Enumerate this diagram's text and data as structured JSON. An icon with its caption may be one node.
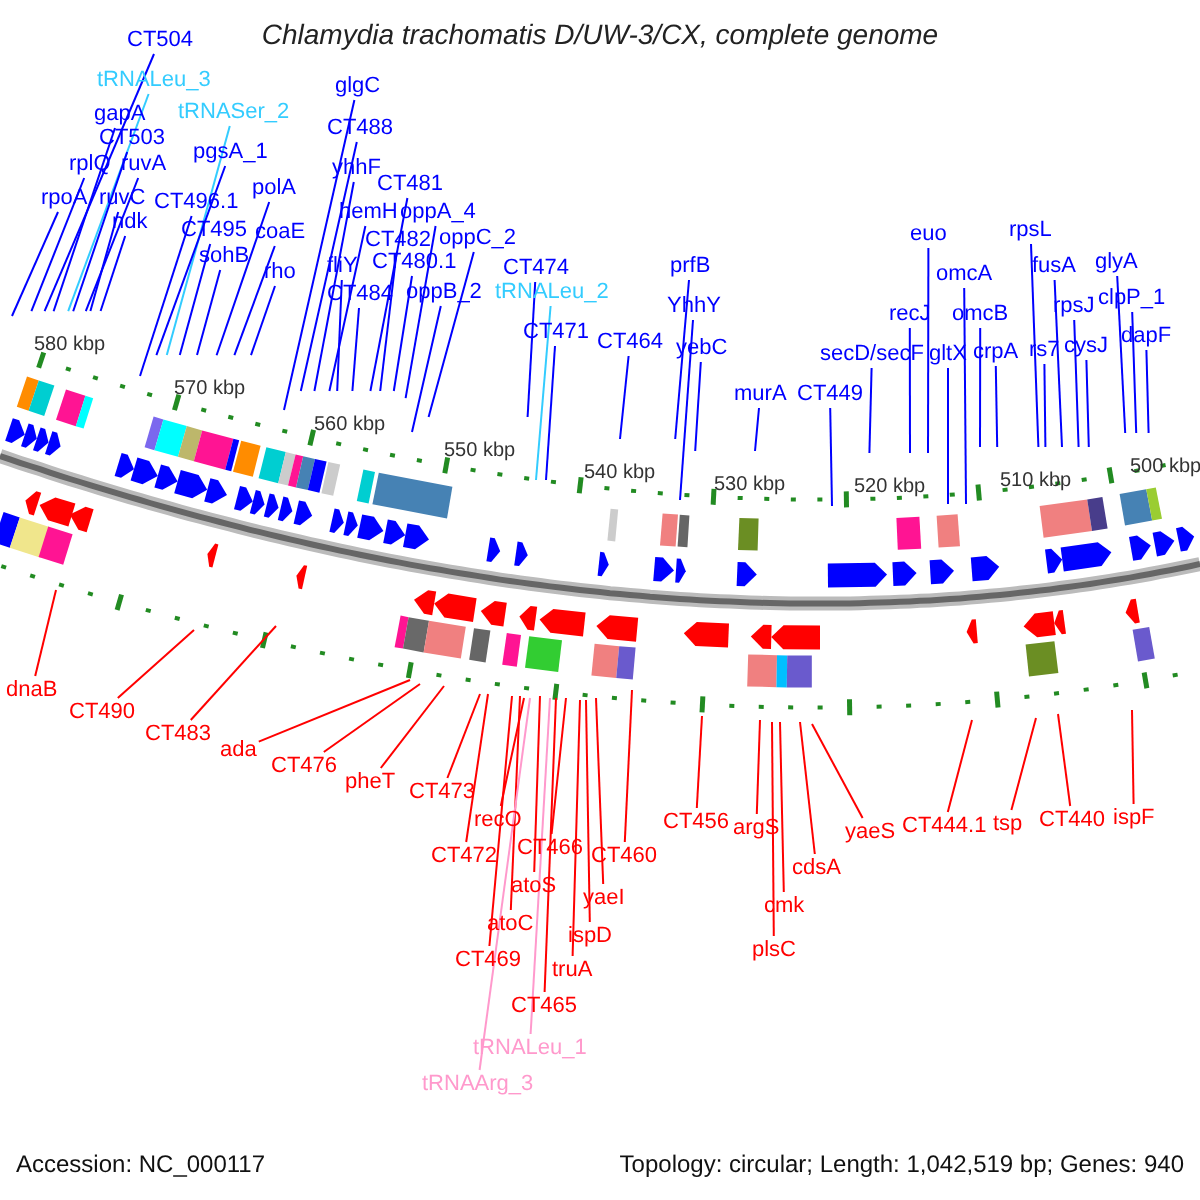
{
  "diagram": {
    "title": "Chlamydia trachomatis D/UW-3/CX, complete genome",
    "nodes": [
      {
        "text": [
          "CT504"
        ]
      },
      {
        "text": [
          "tRNALeu_3"
        ]
      },
      {
        "text": [
          "gapA"
        ]
      },
      {
        "text": [
          "CT503"
        ]
      },
      {
        "text": [
          "rplQ"
        ]
      },
      {
        "text": [
          "ruvA"
        ]
      },
      {
        "text": [
          "rpoA"
        ]
      },
      {
        "text": [
          "ruvC"
        ]
      },
      {
        "text": [
          "ndk"
        ]
      },
      {
        "text": [
          "tRNASer_2"
        ]
      },
      {
        "text": [
          "pgsA_1"
        ]
      },
      {
        "text": [
          "CT496.1"
        ]
      },
      {
        "text": [
          "CT495"
        ]
      },
      {
        "text": [
          "sohB"
        ]
      },
      {
        "text": [
          "polA"
        ]
      },
      {
        "text": [
          "coaE"
        ]
      },
      {
        "text": [
          "rho"
        ]
      },
      {
        "text": [
          "glgC"
        ]
      },
      {
        "text": [
          "CT488"
        ]
      },
      {
        "text": [
          "yhhF"
        ]
      },
      {
        "text": [
          "hemH"
        ]
      },
      {
        "text": [
          "fliY"
        ]
      },
      {
        "text": [
          "CT484"
        ]
      },
      {
        "text": [
          "CT481"
        ]
      },
      {
        "text": [
          "CT482"
        ]
      },
      {
        "text": [
          "CT480.1"
        ]
      },
      {
        "text": [
          "oppA_4"
        ]
      },
      {
        "text": [
          "oppB_2"
        ]
      },
      {
        "text": [
          "oppC_2"
        ]
      },
      {
        "text": [
          "CT474"
        ]
      },
      {
        "text": [
          "tRNALeu_2"
        ]
      },
      {
        "text": [
          "CT471"
        ]
      },
      {
        "text": [
          "CT464"
        ]
      },
      {
        "text": [
          "prfB"
        ]
      },
      {
        "text": [
          "YhhY"
        ]
      },
      {
        "text": [
          "yebC"
        ]
      },
      {
        "text": [
          "murA"
        ]
      },
      {
        "text": [
          "CT449"
        ]
      },
      {
        "text": [
          "secD/secF"
        ]
      },
      {
        "text": [
          "euo"
        ]
      },
      {
        "text": [
          "recJ"
        ]
      },
      {
        "text": [
          "gltX"
        ]
      },
      {
        "text": [
          "omcA"
        ]
      },
      {
        "text": [
          "omcB"
        ]
      },
      {
        "text": [
          "crpA"
        ]
      },
      {
        "text": [
          "rpsL"
        ]
      },
      {
        "text": [
          "fusA"
        ]
      },
      {
        "text": [
          "rs7"
        ]
      },
      {
        "text": [
          "rpsJ"
        ]
      },
      {
        "text": [
          "cysJ"
        ]
      },
      {
        "text": [
          "glyA"
        ]
      },
      {
        "text": [
          "clpP_1"
        ]
      },
      {
        "text": [
          "dapF"
        ]
      },
      {
        "text": [
          "dnaB"
        ]
      },
      {
        "text": [
          "CT490"
        ]
      },
      {
        "text": [
          "CT483"
        ]
      },
      {
        "text": [
          "ada"
        ]
      },
      {
        "text": [
          "CT476"
        ]
      },
      {
        "text": [
          "pheT"
        ]
      },
      {
        "text": [
          "CT473"
        ]
      },
      {
        "text": [
          "CT472"
        ]
      },
      {
        "text": [
          "recO"
        ]
      },
      {
        "text": [
          "CT469"
        ]
      },
      {
        "text": [
          "atoC"
        ]
      },
      {
        "text": [
          "tRNAArg_3"
        ]
      },
      {
        "text": [
          "atoS"
        ]
      },
      {
        "text": [
          "CT465"
        ]
      },
      {
        "text": [
          "tRNALeu_1"
        ]
      },
      {
        "text": [
          "CT466"
        ]
      },
      {
        "text": [
          "truA"
        ]
      },
      {
        "text": [
          "ispD"
        ]
      },
      {
        "text": [
          "yaeI"
        ]
      },
      {
        "text": [
          "CT460"
        ]
      },
      {
        "text": [
          "CT456"
        ]
      },
      {
        "text": [
          "argS"
        ]
      },
      {
        "text": [
          "plsC"
        ]
      },
      {
        "text": [
          "cmk"
        ]
      },
      {
        "text": [
          "cdsA"
        ]
      },
      {
        "text": [
          "yaeS"
        ]
      },
      {
        "text": [
          "CT444.1"
        ]
      },
      {
        "text": [
          "tsp"
        ]
      },
      {
        "text": [
          "CT440"
        ]
      },
      {
        "text": [
          "ispF"
        ]
      }
    ],
    "edges": [
      {
        "from": 0,
        "to": null,
        "arrow": "none"
      },
      {
        "from": 1,
        "to": null,
        "arrow": "none",
        "color": "#33ccff"
      },
      {
        "from": 2,
        "to": null,
        "arrow": "none"
      },
      {
        "from": 3,
        "to": null,
        "arrow": "none"
      },
      {
        "from": 4,
        "to": null,
        "arrow": "none"
      },
      {
        "from": 5,
        "to": null,
        "arrow": "none"
      },
      {
        "from": 6,
        "to": null,
        "arrow": "none"
      },
      {
        "from": 7,
        "to": null,
        "arrow": "none"
      },
      {
        "from": 8,
        "to": null,
        "arrow": "none"
      },
      {
        "from": 9,
        "to": null,
        "arrow": "none",
        "color": "#33ccff"
      },
      {
        "from": 10,
        "to": null,
        "arrow": "none"
      },
      {
        "from": 11,
        "to": null,
        "arrow": "none"
      },
      {
        "from": 12,
        "to": null,
        "arrow": "none"
      },
      {
        "from": 13,
        "to": null,
        "arrow": "none"
      },
      {
        "from": 14,
        "to": null,
        "arrow": "none"
      },
      {
        "from": 15,
        "to": null,
        "arrow": "none"
      },
      {
        "from": 16,
        "to": null,
        "arrow": "none"
      },
      {
        "from": 17,
        "to": null,
        "arrow": "none"
      },
      {
        "from": 18,
        "to": null,
        "arrow": "none"
      },
      {
        "from": 19,
        "to": null,
        "arrow": "none"
      },
      {
        "from": 20,
        "to": null,
        "arrow": "none"
      },
      {
        "from": 21,
        "to": null,
        "arrow": "none"
      },
      {
        "from": 22,
        "to": null,
        "arrow": "none"
      },
      {
        "from": 23,
        "to": null,
        "arrow": "none"
      },
      {
        "from": 24,
        "to": null,
        "arrow": "none"
      },
      {
        "from": 25,
        "to": null,
        "arrow": "none"
      },
      {
        "from": 26,
        "to": null,
        "arrow": "none"
      },
      {
        "from": 27,
        "to": null,
        "arrow": "none"
      },
      {
        "from": 28,
        "to": null,
        "arrow": "none"
      },
      {
        "from": 29,
        "to": null,
        "arrow": "none"
      },
      {
        "from": 30,
        "to": null,
        "arrow": "none",
        "color": "#33ccff"
      },
      {
        "from": 31,
        "to": null,
        "arrow": "none"
      },
      {
        "from": 32,
        "to": null,
        "arrow": "none"
      },
      {
        "from": 33,
        "to": null,
        "arrow": "none"
      },
      {
        "from": 34,
        "to": null,
        "arrow": "none"
      },
      {
        "from": 35,
        "to": null,
        "arrow": "none"
      },
      {
        "from": 36,
        "to": null,
        "arrow": "none"
      },
      {
        "from": 37,
        "to": null,
        "arrow": "none"
      },
      {
        "from": 38,
        "to": null,
        "arrow": "none"
      },
      {
        "from": 39,
        "to": null,
        "arrow": "none"
      },
      {
        "from": 40,
        "to": null,
        "arrow": "none"
      },
      {
        "from": 41,
        "to": null,
        "arrow": "none"
      },
      {
        "from": 42,
        "to": null,
        "arrow": "none"
      },
      {
        "from": 43,
        "to": null,
        "arrow": "none"
      },
      {
        "from": 44,
        "to": null,
        "arrow": "none"
      },
      {
        "from": 45,
        "to": null,
        "arrow": "none"
      },
      {
        "from": 46,
        "to": null,
        "arrow": "none"
      },
      {
        "from": 47,
        "to": null,
        "arrow": "none"
      },
      {
        "from": 48,
        "to": null,
        "arrow": "none"
      },
      {
        "from": 49,
        "to": null,
        "arrow": "none"
      },
      {
        "from": 50,
        "to": null,
        "arrow": "none"
      },
      {
        "from": 51,
        "to": null,
        "arrow": "none"
      },
      {
        "from": 52,
        "to": null,
        "arrow": "none"
      },
      {
        "from": 53,
        "to": null,
        "arrow": "none",
        "color": "#ff0000"
      },
      {
        "from": 54,
        "to": null,
        "arrow": "none",
        "color": "#ff0000"
      },
      {
        "from": 55,
        "to": null,
        "arrow": "none",
        "color": "#ff0000"
      },
      {
        "from": 56,
        "to": null,
        "arrow": "none",
        "color": "#ff0000"
      },
      {
        "from": 57,
        "to": null,
        "arrow": "none",
        "color": "#ff0000"
      },
      {
        "from": 58,
        "to": null,
        "arrow": "none",
        "color": "#ff0000"
      },
      {
        "from": 59,
        "to": null,
        "arrow": "none",
        "color": "#ff0000"
      },
      {
        "from": 60,
        "to": null,
        "arrow": "none",
        "color": "#ff0000"
      },
      {
        "from": 61,
        "to": null,
        "arrow": "none",
        "color": "#ff0000"
      },
      {
        "from": 62,
        "to": null,
        "arrow": "none",
        "color": "#ff0000"
      },
      {
        "from": 63,
        "to": null,
        "arrow": "none",
        "color": "#ff0000"
      },
      {
        "from": 64,
        "to": null,
        "arrow": "none",
        "color": "#ff99cc"
      },
      {
        "from": 65,
        "to": null,
        "arrow": "none",
        "color": "#ff0000"
      },
      {
        "from": 66,
        "to": null,
        "arrow": "none",
        "color": "#ff0000"
      },
      {
        "from": 67,
        "to": null,
        "arrow": "none",
        "color": "#ff99cc"
      },
      {
        "from": 68,
        "to": null,
        "arrow": "none",
        "color": "#ff0000"
      },
      {
        "from": 69,
        "to": null,
        "arrow": "none",
        "color": "#ff0000"
      },
      {
        "from": 70,
        "to": null,
        "arrow": "none",
        "color": "#ff0000"
      },
      {
        "from": 71,
        "to": null,
        "arrow": "none",
        "color": "#ff0000"
      },
      {
        "from": 72,
        "to": null,
        "arrow": "none",
        "color": "#ff0000"
      },
      {
        "from": 73,
        "to": null,
        "arrow": "none",
        "color": "#ff0000"
      },
      {
        "from": 74,
        "to": null,
        "arrow": "none",
        "color": "#ff0000"
      },
      {
        "from": 75,
        "to": null,
        "arrow": "none",
        "color": "#ff0000"
      },
      {
        "from": 76,
        "to": null,
        "arrow": "none",
        "color": "#ff0000"
      },
      {
        "from": 77,
        "to": null,
        "arrow": "none",
        "color": "#ff0000"
      },
      {
        "from": 78,
        "to": null,
        "arrow": "none",
        "color": "#ff0000"
      },
      {
        "from": 79,
        "to": null,
        "arrow": "none",
        "color": "#ff0000"
      },
      {
        "from": 80,
        "to": null,
        "arrow": "none",
        "color": "#ff0000"
      },
      {
        "from": 81,
        "to": null,
        "arrow": "none",
        "color": "#ff0000"
      },
      {
        "from": 82,
        "to": null,
        "arrow": "none",
        "color": "#ff0000"
      }
    ],
    "labels": [
      "580 kbp",
      "570 kbp",
      "560 kbp",
      "550 kbp",
      "540 kbp",
      "530 kbp",
      "520 kbp",
      "510 kbp",
      "500 kbp",
      "Accession: NC_000117",
      "Topology: circular; Length: 1,042,519 bp; Genes: 940"
    ]
  }
}
